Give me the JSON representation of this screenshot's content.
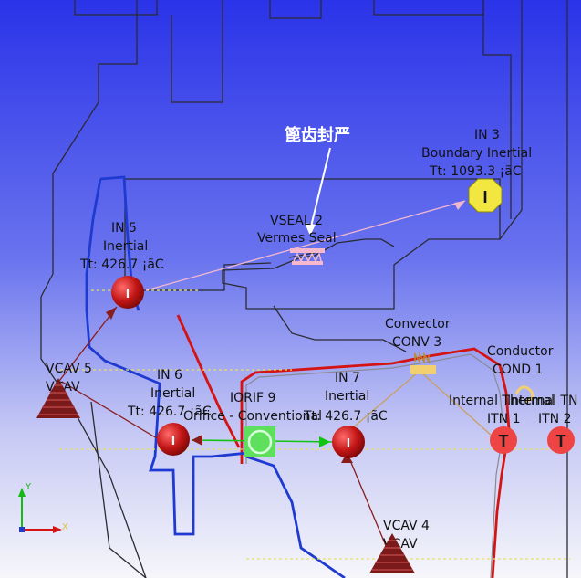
{
  "annotation": "篦齿封严",
  "colors": {
    "bg_top": "#2a33e8",
    "bg_bottom": "#f4f4f8",
    "wall": "#2b2b33",
    "red_duct": "#d41414",
    "blue_duct": "#1e3ad0",
    "green_link": "#12c412",
    "pink_link": "#f0b8d0",
    "brown_link": "#8a1c1c",
    "yellow_dash": "#e8e060",
    "inertial_fill": "#c21818",
    "boundary_fill": "#f2e640",
    "terminal_fill": "#ee4444"
  },
  "nodes": {
    "in3": {
      "id": "IN 3",
      "type": "Boundary Inertial",
      "temp": "Tt: 1093.3 ¡ãC",
      "glyph": "I"
    },
    "in5": {
      "id": "IN 5",
      "type": "Inertial",
      "temp": "Tt: 426.7 ¡ãC",
      "glyph": "I"
    },
    "in6": {
      "id": "IN 6",
      "type": "Inertial",
      "temp": "Tt: 426.7 ¡ãC",
      "glyph": "I"
    },
    "in7": {
      "id": "IN 7",
      "type": "Inertial",
      "temp": "Tt: 426.7 ¡ãC",
      "glyph": "I"
    },
    "vseal2": {
      "name": "VSEAL 2",
      "type": "Vermes Seal"
    },
    "iorif9": {
      "name": "IORIF 9",
      "type": "Orifice - Conventional"
    },
    "conv3": {
      "type": "Convector",
      "name": "CONV 3"
    },
    "cond1": {
      "type": "Conductor",
      "name": "COND 1"
    },
    "itn1": {
      "type": "Internal Thermal",
      "name": "ITN 1",
      "glyph": "T"
    },
    "itn2": {
      "type": "Internal TN",
      "name": "ITN 2",
      "glyph": "T"
    },
    "vcav5": {
      "name": "VCAV 5",
      "type": "VCAV"
    },
    "vcav4": {
      "name": "VCAV 4",
      "type": "VCAV"
    }
  },
  "axes": {
    "y": "Y",
    "x": "X"
  }
}
